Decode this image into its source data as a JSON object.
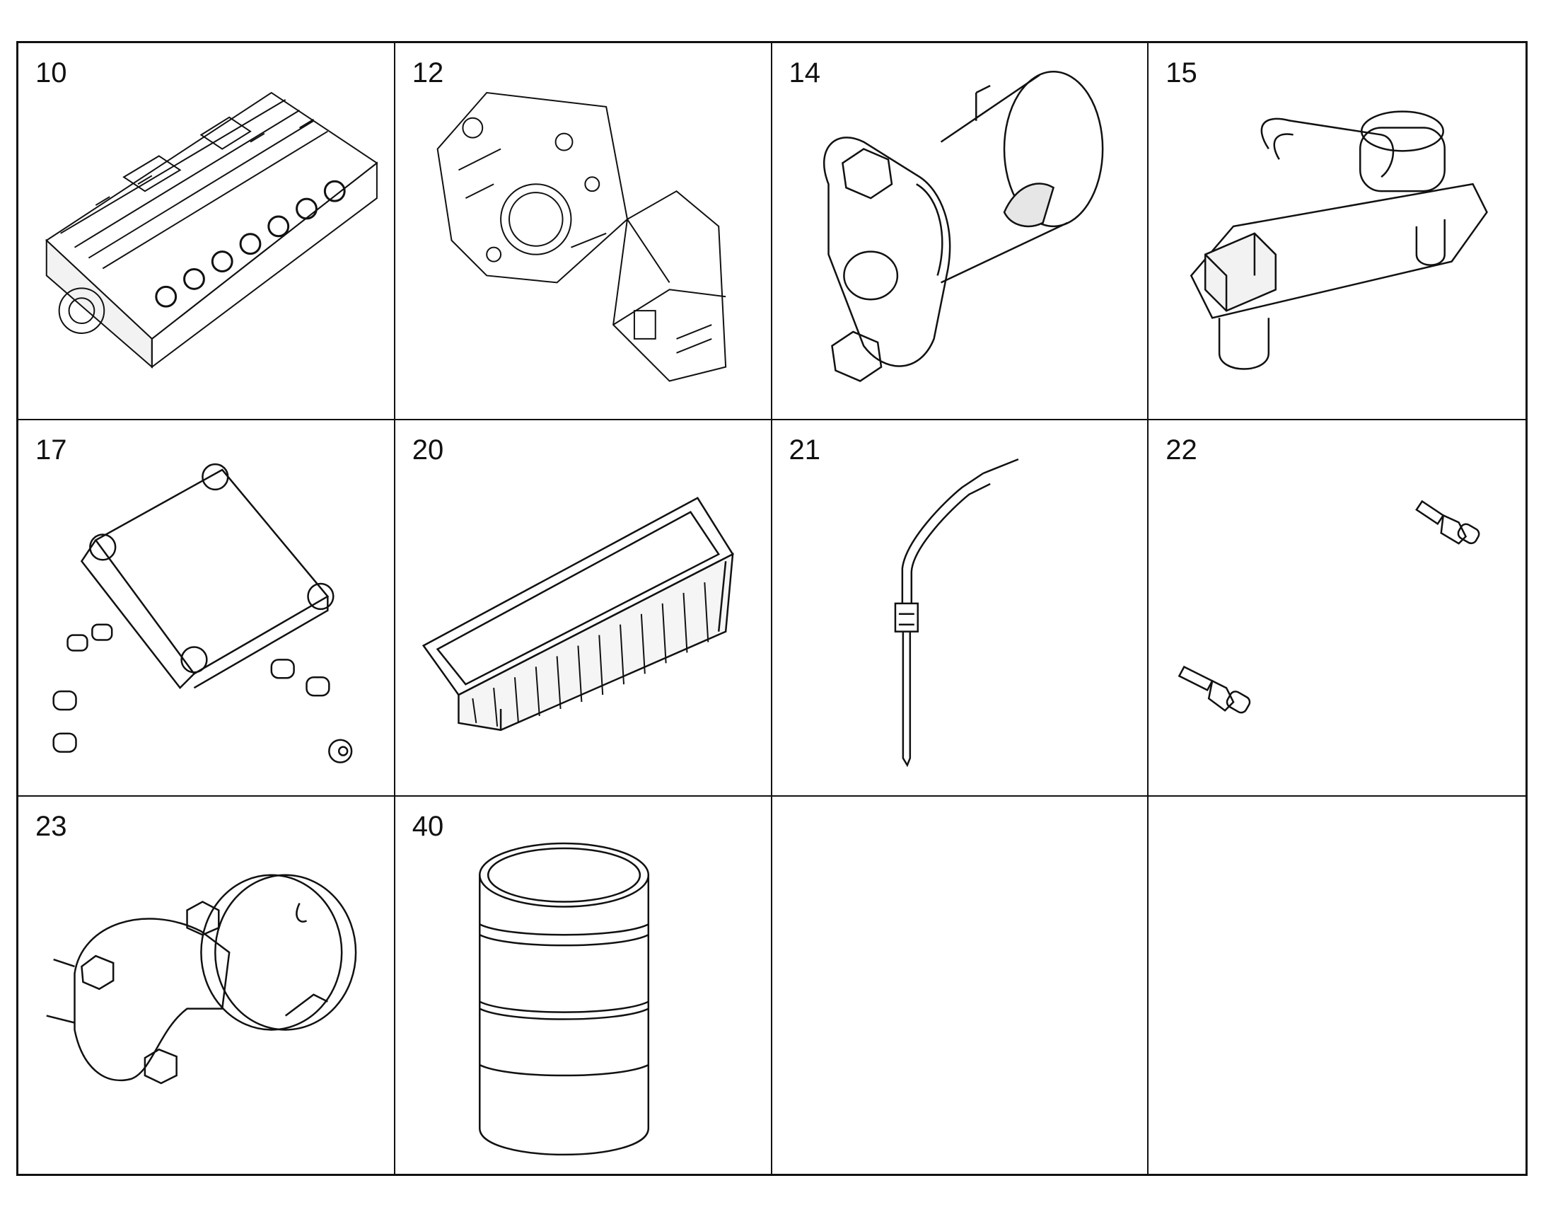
{
  "cells": [
    {
      "number": "10",
      "icon": "engine-block-icon"
    },
    {
      "number": "12",
      "icon": "timing-case-icon"
    },
    {
      "number": "14",
      "icon": "sleeve-flange-icon"
    },
    {
      "number": "15",
      "icon": "pipe-connector-icon"
    },
    {
      "number": "17",
      "icon": "cover-plate-plugs-icon"
    },
    {
      "number": "20",
      "icon": "oil-pan-icon"
    },
    {
      "number": "21",
      "icon": "dipstick-icon"
    },
    {
      "number": "22",
      "icon": "sensors-icon"
    },
    {
      "number": "23",
      "icon": "oil-filler-icon"
    },
    {
      "number": "40",
      "icon": "cylinder-liner-icon"
    },
    {
      "number": "",
      "icon": ""
    },
    {
      "number": "",
      "icon": ""
    }
  ]
}
